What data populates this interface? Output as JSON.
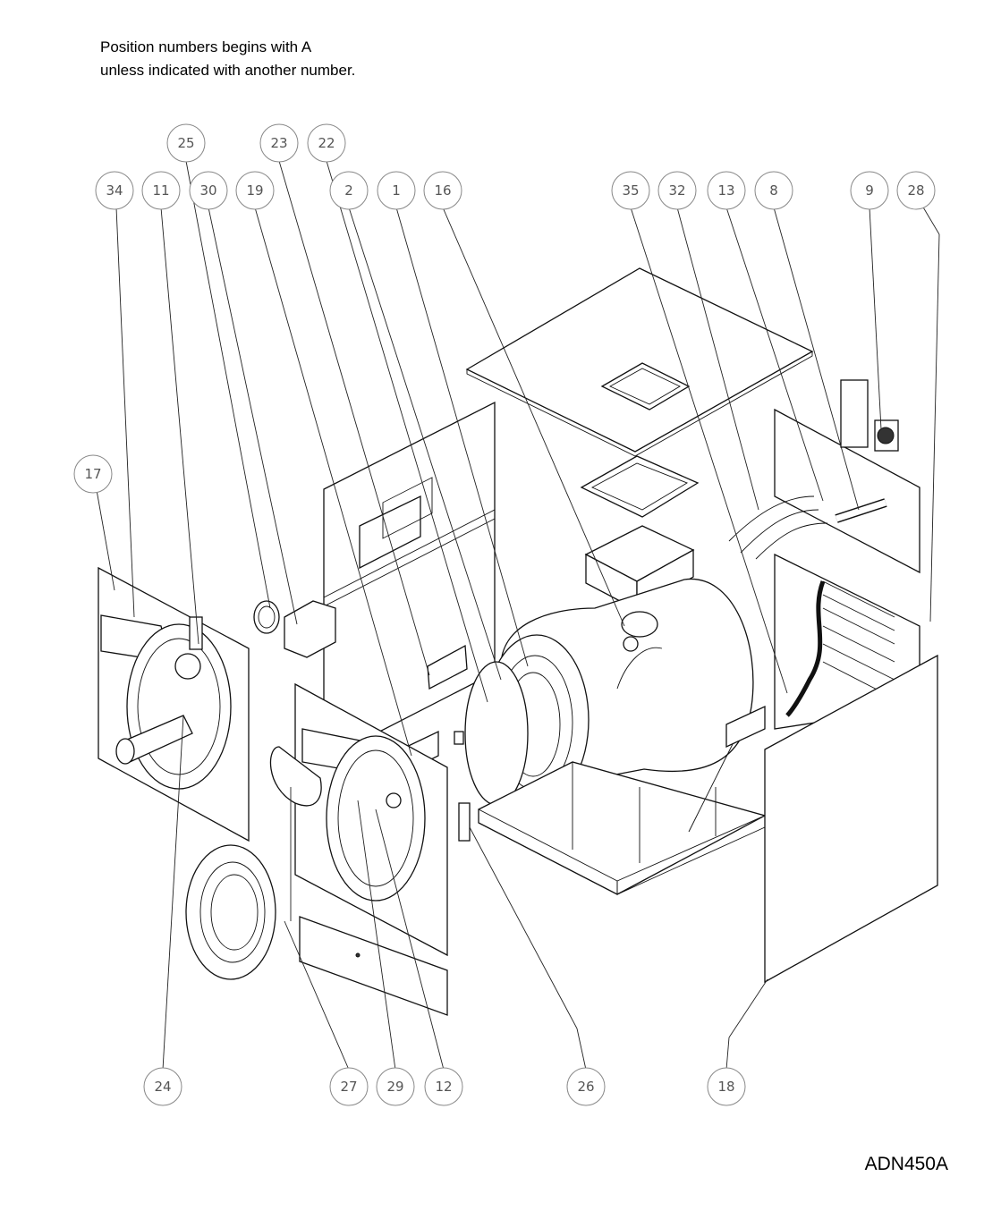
{
  "note": {
    "line1": "Position numbers begins with A",
    "line2": "unless indicated with another number."
  },
  "document_id": "ADN450A",
  "callouts": [
    {
      "id": "c25",
      "label": "25"
    },
    {
      "id": "c23",
      "label": "23"
    },
    {
      "id": "c22",
      "label": "22"
    },
    {
      "id": "c34",
      "label": "34"
    },
    {
      "id": "c11",
      "label": "11"
    },
    {
      "id": "c30",
      "label": "30"
    },
    {
      "id": "c19",
      "label": "19"
    },
    {
      "id": "c2",
      "label": "2"
    },
    {
      "id": "c1",
      "label": "1"
    },
    {
      "id": "c16",
      "label": "16"
    },
    {
      "id": "c35",
      "label": "35"
    },
    {
      "id": "c32",
      "label": "32"
    },
    {
      "id": "c13",
      "label": "13"
    },
    {
      "id": "c8",
      "label": "8"
    },
    {
      "id": "c9",
      "label": "9"
    },
    {
      "id": "c28",
      "label": "28"
    },
    {
      "id": "c17",
      "label": "17"
    },
    {
      "id": "c24",
      "label": "24"
    },
    {
      "id": "c27",
      "label": "27"
    },
    {
      "id": "c29",
      "label": "29"
    },
    {
      "id": "c12",
      "label": "12"
    },
    {
      "id": "c26",
      "label": "26"
    },
    {
      "id": "c18",
      "label": "18"
    }
  ]
}
